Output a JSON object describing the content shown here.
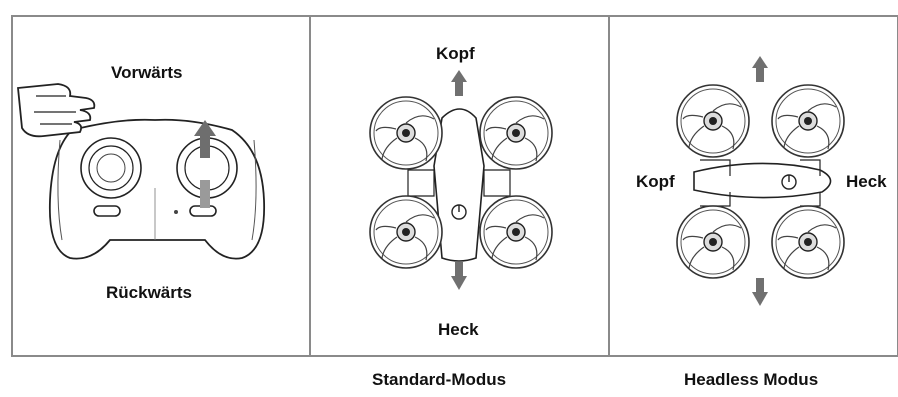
{
  "panels": {
    "controller": {
      "top_label": "Vorwärts",
      "bottom_label": "Rückwärts"
    },
    "standard": {
      "top_label": "Kopf",
      "bottom_label": "Heck",
      "caption": "Standard-Modus"
    },
    "headless": {
      "left_label": "Kopf",
      "right_label": "Heck",
      "caption": "Headless Modus"
    }
  },
  "colors": {
    "border": "#8a8a8a",
    "arrow": "#707070",
    "line": "#222222"
  }
}
